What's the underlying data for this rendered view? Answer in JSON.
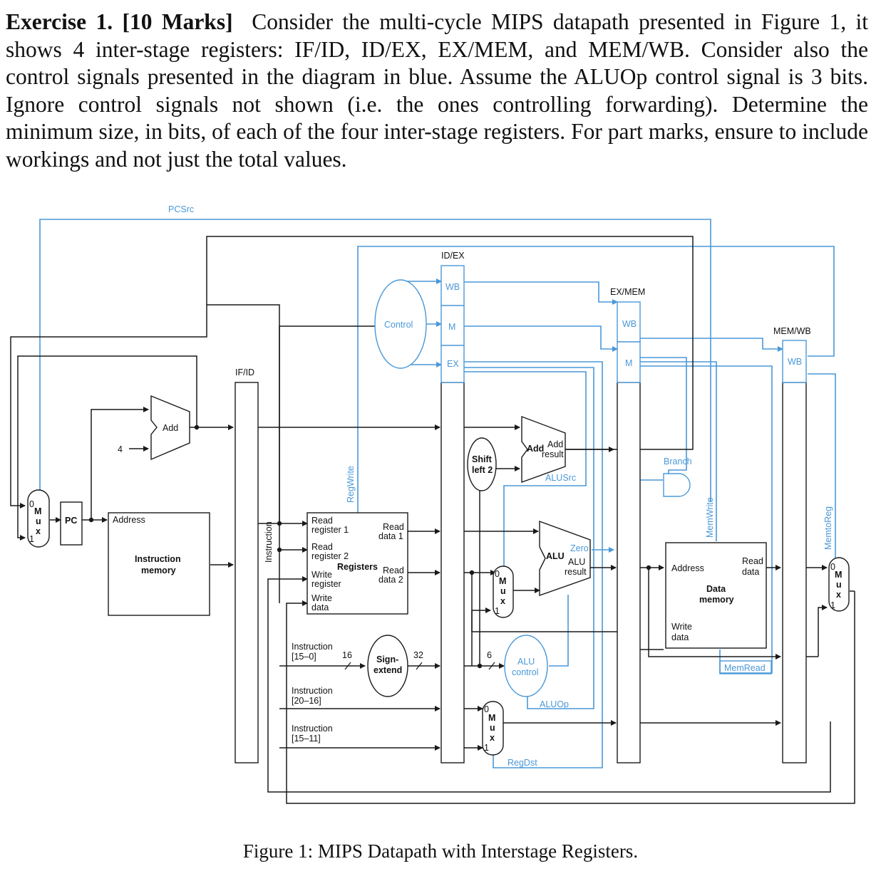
{
  "exercise": {
    "heading": "Exercise 1.",
    "marks": "[10 Marks]",
    "body": "Consider the multi-cycle MIPS datapath presented in Figure 1, it shows 4 inter-stage registers: IF/ID, ID/EX, EX/MEM, and MEM/WB. Consider also the control signals presented in the diagram in blue. Assume the ALUOp control signal is 3 bits. Ignore control signals not shown (i.e. the ones controlling forwarding). Determine the minimum size, in bits, of each of the four inter-stage registers. For part marks, ensure to include workings and not just the total values."
  },
  "figure": {
    "caption": "Figure 1: MIPS Datapath with Interstage Registers.",
    "colors": {
      "wire": "#1a1a1a",
      "control": "#4a98d8"
    },
    "registers": {
      "ifid": "IF/ID",
      "idex": "ID/EX",
      "exmem": "EX/MEM",
      "memwb": "MEM/WB"
    },
    "fields": {
      "wb": "WB",
      "m": "M",
      "ex": "EX"
    },
    "control_signals": {
      "pcsrc": "PCSrc",
      "regwrite": "RegWrite",
      "branch": "Branch",
      "memwrite": "MemWrite",
      "memtoreg": "MemtoReg",
      "alusrc": "ALUSrc",
      "aluop": "ALUOp",
      "regdst": "RegDst",
      "memread": "MemRead"
    },
    "blocks": {
      "control": "Control",
      "add": "Add",
      "four": "4",
      "pc": "PC",
      "address": "Address",
      "instruction_memory_1": "Instruction",
      "instruction_memory_2": "memory",
      "instruction_vertical": "Instruction",
      "read_register_1a": "Read",
      "read_register_1b": "register 1",
      "read_register_2a": "Read",
      "read_register_2b": "register 2",
      "write_register_a": "Write",
      "write_register_b": "register",
      "write_data_a": "Write",
      "write_data_b": "data",
      "registers": "Registers",
      "read_data_1a": "Read",
      "read_data_1b": "data 1",
      "read_data_2a": "Read",
      "read_data_2b": "data 2",
      "instr_15_0a": "Instruction",
      "instr_15_0b": "[15–0]",
      "instr_20_16a": "Instruction",
      "instr_20_16b": "[20–16]",
      "instr_15_11a": "Instruction",
      "instr_15_11b": "[15–11]",
      "bits_16": "16",
      "bits_32": "32",
      "bits_6": "6",
      "sign_extend_a": "Sign-",
      "sign_extend_b": "extend",
      "shift_left_a": "Shift",
      "shift_left_b": "left 2",
      "add2": "Add",
      "add_result_a": "Add",
      "add_result_b": "result",
      "alu": "ALU",
      "zero": "Zero",
      "alu_result_a": "ALU",
      "alu_result_b": "result",
      "alu_control_a": "ALU",
      "alu_control_b": "control",
      "dm_address": "Address",
      "dm_read_a": "Read",
      "dm_read_b": "data",
      "dm_data_a": "Data",
      "dm_data_b": "memory",
      "dm_write_a": "Write",
      "dm_write_b": "data",
      "mux_m": "M",
      "mux_u": "u",
      "mux_x": "x",
      "mux_0": "0",
      "mux_1": "1"
    }
  }
}
